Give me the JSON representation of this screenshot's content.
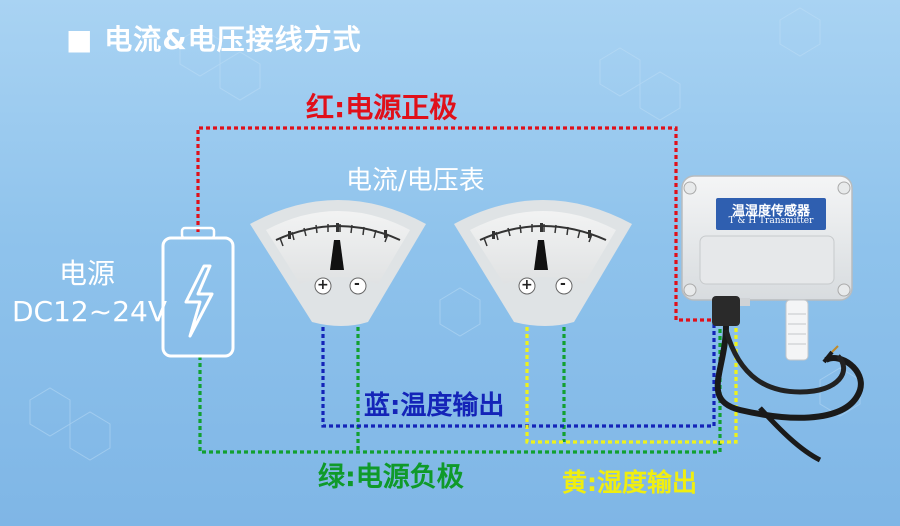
{
  "title": "■ 电流&电压接线方式",
  "labels": {
    "red_wire": "红:电源正极",
    "meter": "电流/电压表",
    "blue_wire": "蓝:温度输出",
    "green_wire": "绿:电源负极",
    "yellow_wire": "黄:湿度输出",
    "power_name": "电源",
    "power_voltage": "DC12~24V"
  },
  "meters": [
    {
      "plus": "+",
      "minus": "-"
    },
    {
      "plus": "+",
      "minus": "-"
    }
  ],
  "sensor": {
    "name": "温湿度传感器",
    "subtitle": "T & H Transmitter"
  },
  "colors": {
    "red": "#e0101a",
    "blue": "#1424b8",
    "green": "#12a030",
    "yellow": "#eef21a",
    "white": "#ffffff"
  }
}
